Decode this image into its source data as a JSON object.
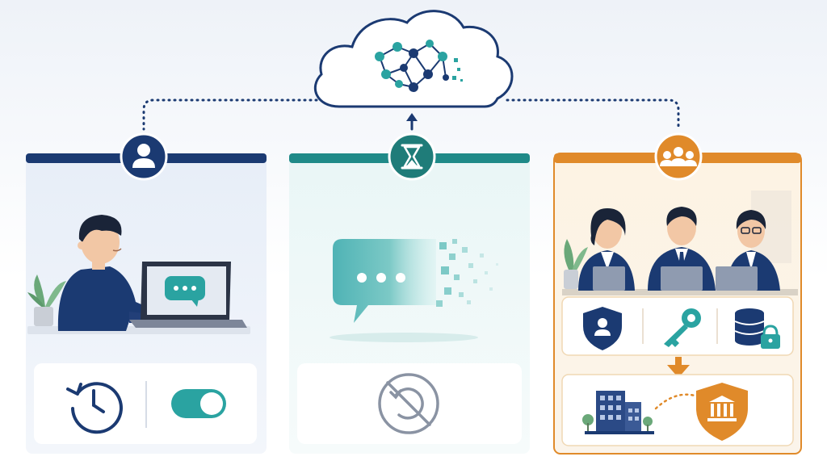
{
  "diagram": {
    "cloud": {
      "icon": "neural-network-brain-icon",
      "accent": "#1a9e9a"
    },
    "panels": [
      {
        "id": "individual",
        "accent": "#1b3a72",
        "badge_icon": "user-icon",
        "illustration": "person-at-laptop-with-chat-bubble",
        "footer_icons": [
          "history-clock-icon",
          "toggle-switch-on-icon"
        ]
      },
      {
        "id": "temporary",
        "accent": "#1f8a88",
        "badge_icon": "hourglass-icon",
        "illustration": "dissolving-chat-bubble",
        "footer_icons": [
          "no-history-icon"
        ]
      },
      {
        "id": "enterprise",
        "accent": "#e08a2a",
        "badge_icon": "group-icon",
        "illustration": "three-professionals-with-laptops",
        "security_icons": [
          "user-shield-icon",
          "key-icon",
          "locked-database-icon"
        ],
        "footer_icons": [
          "office-building-icon",
          "bank-shield-icon"
        ]
      }
    ],
    "colors": {
      "navy": "#1b3a72",
      "teal": "#2aa3a1",
      "orange": "#e08a2a"
    }
  }
}
